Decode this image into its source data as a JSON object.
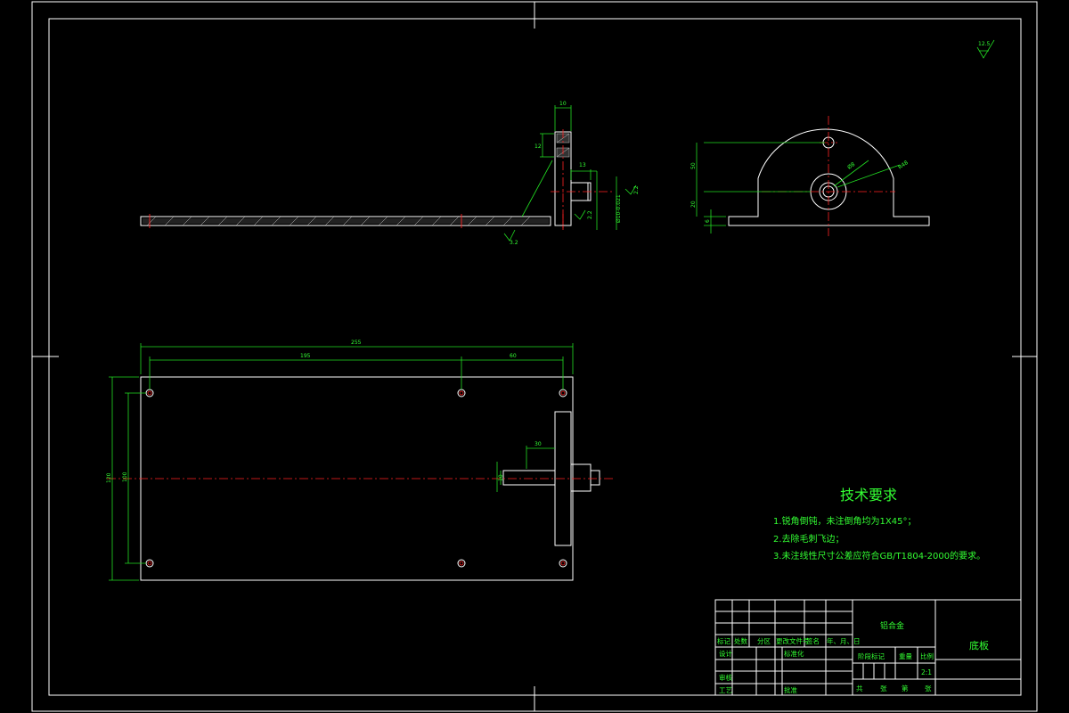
{
  "drawing": {
    "top_view_dims": {
      "thickness": "10",
      "slot_height": "12",
      "boss_length": "13",
      "bore_dia": "Ø10-0.021",
      "weld_sym_a": "2.2",
      "weld_sym_b": "2.2",
      "roughness_base": "3.2"
    },
    "side_view_dims": {
      "height_upper": "50",
      "height_lower": "20",
      "base_thk": "6",
      "hole_dia": "Ø8",
      "radius": "R48"
    },
    "plan_view_dims": {
      "overall_length": "255",
      "hole_spacing_a": "195",
      "hole_spacing_b": "60",
      "overall_width": "120",
      "hole_spacing_c": "100",
      "shaft_length": "30",
      "shaft_dia": "10"
    },
    "roughness_general": "12.5"
  },
  "notes": {
    "title": "技术要求",
    "items": [
      "1.锐角倒钝，未注倒角均为1X45°；",
      "2.去除毛刺飞边；",
      "3.未注线性尺寸公差应符合GB/T1804-2000的要求。"
    ]
  },
  "title_block": {
    "material": "铝合金",
    "part_name": "底板",
    "header_row": [
      "标记",
      "处数",
      "分区",
      "更改文件号",
      "签名",
      "年、月、日"
    ],
    "design": "设计",
    "standardize": "标准化",
    "review": "审核",
    "process": "工艺",
    "approve": "批准",
    "stage_mark": "阶段标记",
    "weight": "重量",
    "scale_label": "比例",
    "scale_value": "2:1",
    "sheets": [
      "共",
      "张",
      "第",
      "张"
    ]
  }
}
